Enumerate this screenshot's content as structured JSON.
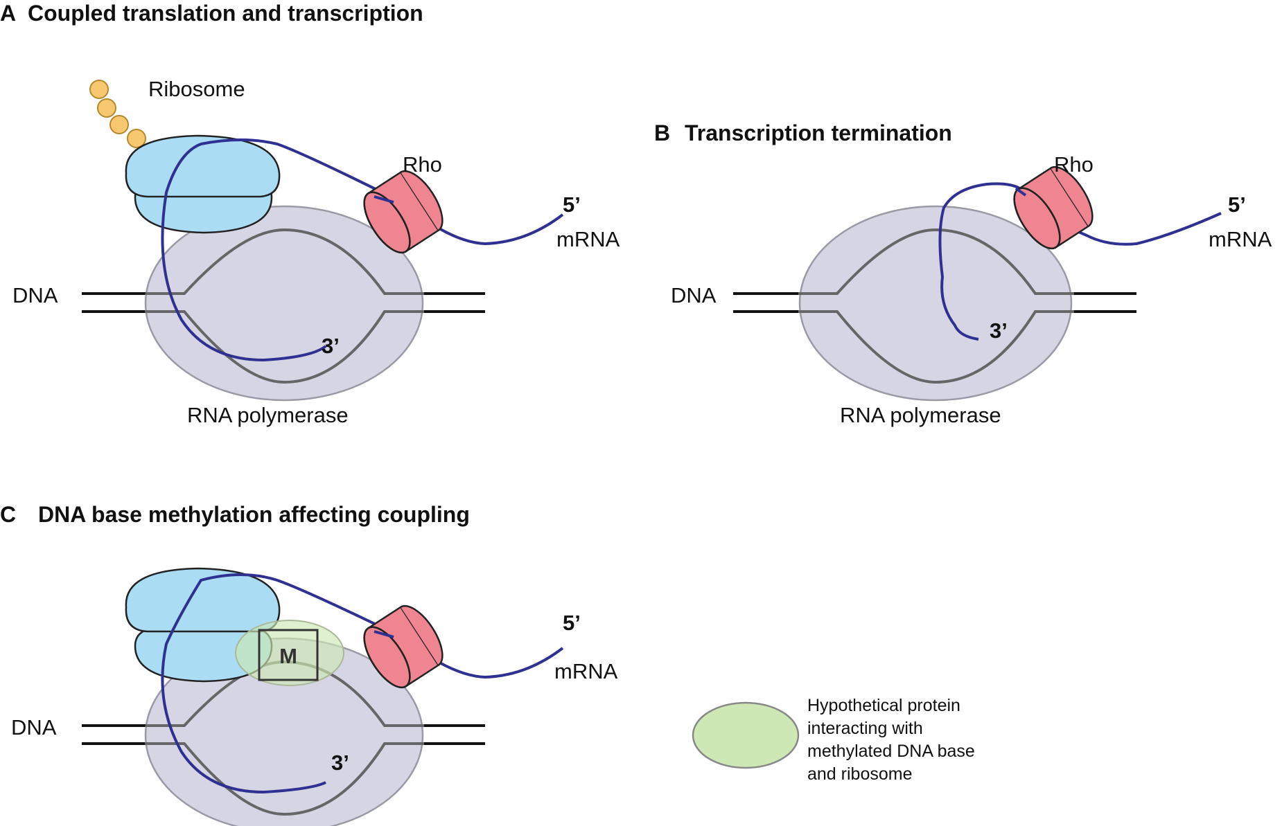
{
  "panels": {
    "a": {
      "letter": "A",
      "title": "Coupled translation and transcription",
      "ribosome_label": "Ribosome",
      "rho_label": "Rho",
      "five_prime": "5’",
      "mrna_label": "mRNA",
      "dna_label": "DNA",
      "three_prime": "3’",
      "polymerase_label": "RNA polymerase"
    },
    "b": {
      "letter": "B",
      "title": "Transcription termination",
      "rho_label": "Rho",
      "five_prime": "5’",
      "mrna_label": "mRNA",
      "dna_label": "DNA",
      "three_prime": "3’",
      "polymerase_label": "RNA polymerase"
    },
    "c": {
      "letter": "C",
      "title": "DNA base methylation affecting coupling",
      "methyl_mark": "M",
      "five_prime": "5’",
      "mrna_label": "mRNA",
      "dna_label": "DNA",
      "three_prime": "3’"
    }
  },
  "legend": {
    "lines": [
      "Hypothetical protein",
      "interacting with",
      "methylated DNA base",
      "and ribosome"
    ]
  },
  "colors": {
    "ribosome": "#aadcf4",
    "rho": "#f08592",
    "polymerase": "#d6d5e4",
    "mrna": "#2e3192",
    "dna": "#111111",
    "bubble": "#666666",
    "peptide": "#f8c870",
    "hypothetical_protein": "#cde8b4"
  }
}
